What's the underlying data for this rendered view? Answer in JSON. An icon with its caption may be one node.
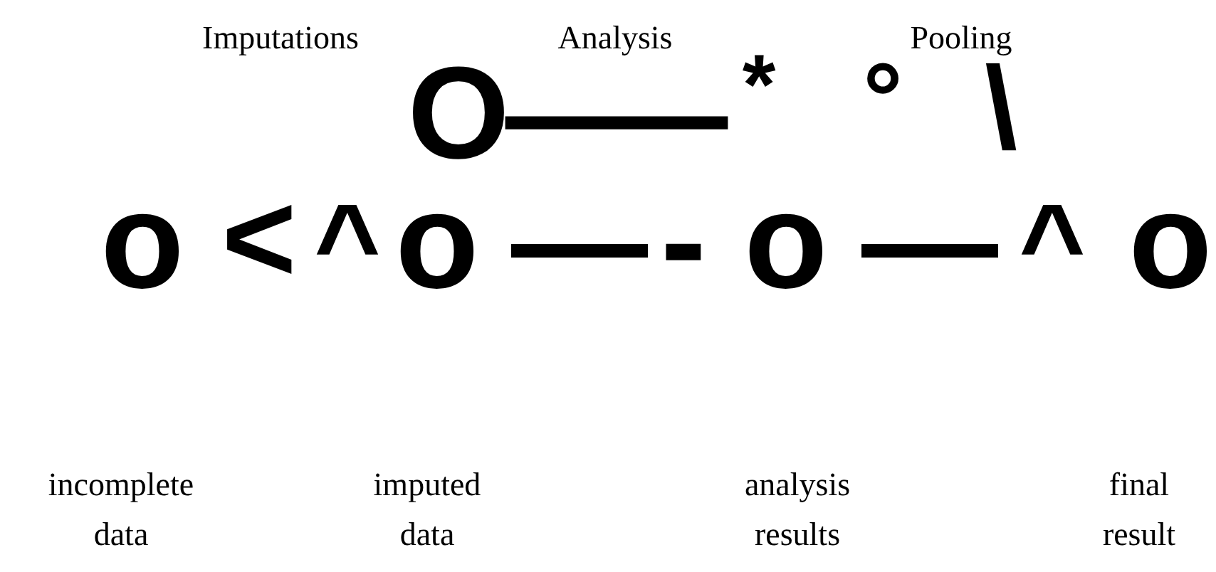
{
  "diagram": {
    "labels": [
      "Imputations",
      "Analysis",
      "Pooling",
      "O",
      "—",
      "*",
      "°",
      "\\",
      "o",
      "<",
      "^",
      "o",
      "—",
      "-",
      "o",
      "—",
      "^",
      "o",
      "incomplete data",
      "imputed data",
      "analysis results",
      "final result"
    ]
  }
}
